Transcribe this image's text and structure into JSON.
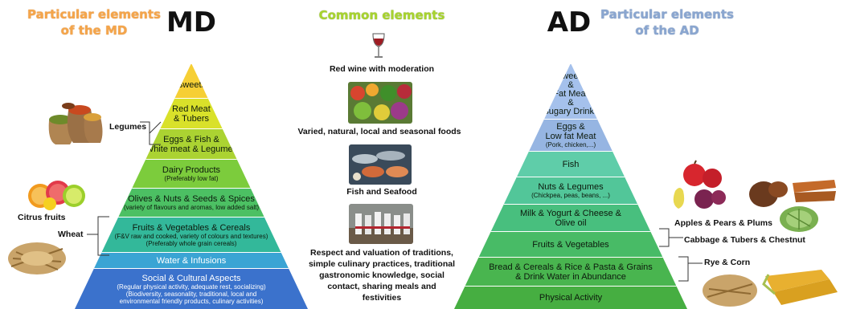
{
  "headers": {
    "md_particular": [
      "Particular elements",
      "of the MD"
    ],
    "md_title": "MD",
    "common": "Common elements",
    "ad_title": "AD",
    "ad_particular": [
      "Particular elements",
      "of the AD"
    ]
  },
  "md_pyramid": [
    {
      "main": [
        "Sweets"
      ],
      "sub": []
    },
    {
      "main": [
        "Red Meat",
        "& Tubers"
      ],
      "sub": []
    },
    {
      "main": [
        "Eggs & Fish &",
        "White meat & Legumes"
      ],
      "sub": []
    },
    {
      "main": [
        "Dairy Products"
      ],
      "sub": [
        "(Preferably low fat)"
      ]
    },
    {
      "main": [
        "Olives & Nuts & Seeds & Spices"
      ],
      "sub": [
        "(variety of flavours and aromas, low added salt)"
      ]
    },
    {
      "main": [
        "Fruits & Vegetables & Cereals"
      ],
      "sub": [
        "(F&V raw and cooked, variety of colours and textures)",
        "(Preferably whole grain cereals)"
      ]
    },
    {
      "main": [
        "Water & Infusions"
      ],
      "sub": []
    },
    {
      "main": [
        "Social & Cultural Aspects"
      ],
      "sub": [
        "(Regular physical activity, adequate rest, socializing)",
        "(Biodiversity, seasonality, traditional, local and",
        "environmental friendly products, culinary activities)"
      ]
    }
  ],
  "md_side_labels": {
    "legumes": "Legumes",
    "citrus": "Citrus fruits",
    "wheat": "Wheat"
  },
  "common_items": {
    "wine": "Red wine with moderation",
    "foods": "Varied, natural, local and seasonal foods",
    "fish": "Fish and Seafood",
    "traditions": [
      "Respect and valuation of traditions,",
      "simple culinary practices, traditional",
      "gastronomic knowledge, social",
      "contact, sharing meals and",
      "festivities"
    ]
  },
  "ad_pyramid": [
    {
      "main": [
        "Sweets",
        "&",
        "Fat Meat",
        "&",
        "Sugary Drinks"
      ],
      "sub": []
    },
    {
      "main": [
        "Eggs &",
        "Low fat Meat"
      ],
      "sub": [
        "(Pork, chicken,...)"
      ]
    },
    {
      "main": [
        "Fish"
      ],
      "sub": []
    },
    {
      "main": [
        "Nuts & Legumes"
      ],
      "sub": [
        "(Chickpea, peas, beans, ...)"
      ]
    },
    {
      "main": [
        "Milk & Yogurt & Cheese &",
        "Olive oil"
      ],
      "sub": []
    },
    {
      "main": [
        "Fruits & Vegetables"
      ],
      "sub": []
    },
    {
      "main": [
        "Bread & Cereals & Rice & Pasta & Grains",
        "& Drink Water in Abundance"
      ],
      "sub": []
    },
    {
      "main": [
        "Physical Activity"
      ],
      "sub": []
    }
  ],
  "ad_side_labels": {
    "apples": "Apples & Pears & Plums",
    "cabbage": "Cabbage & Tubers & Chestnut",
    "rye": "Rye & Corn"
  },
  "colors": {
    "md_tiers": [
      "#f6cf35",
      "#d9e12a",
      "#abd332",
      "#7ccc3c",
      "#4cc063",
      "#33b89a",
      "#3aa4d4",
      "#3b72cc"
    ],
    "ad_tiers": [
      "#a5c1ec",
      "#96b5e2",
      "#5fcda9",
      "#52c699",
      "#48bf7e",
      "#48bb66",
      "#49b54f",
      "#46ae41"
    ],
    "md_header": "#f5a54a",
    "ad_header": "#8aa6d0",
    "common_header": "#a8d42e"
  },
  "icons": [
    "wine-glass-icon",
    "legumes-sacks-image",
    "citrus-fruits-image",
    "wheat-image",
    "apples-image",
    "chestnuts-image",
    "cabbage-image",
    "rye-corn-image",
    "market-vegetables-photo",
    "seafood-photo",
    "traditions-photo"
  ]
}
